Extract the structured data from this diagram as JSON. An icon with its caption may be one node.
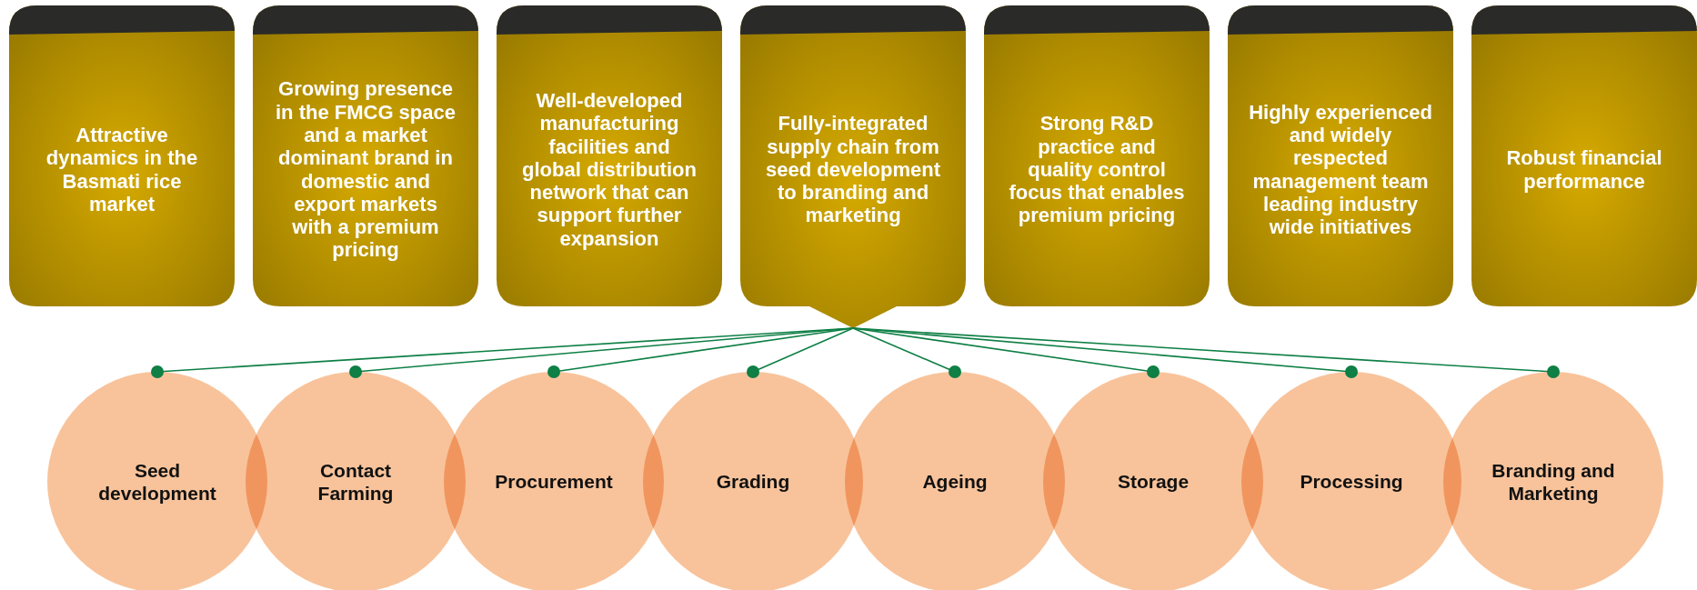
{
  "diagram": {
    "nodes": [
      {
        "text": [
          "Attractive dynamics in the Basmati rice market"
        ]
      },
      {
        "text": [
          "Growing presence in the FMCG space and a market dominant brand in domestic and export markets with a premium pricing"
        ]
      },
      {
        "text": [
          "Well-developed manufacturing facilities and global distribution network that can support further expansion"
        ]
      },
      {
        "text": [
          "Fully-integrated supply chain from seed development to branding and marketing"
        ]
      },
      {
        "text": [
          "Strong R&D practice and quality control focus that enables premium pricing"
        ]
      },
      {
        "text": [
          "Highly experienced and widely respected management team leading industry wide initiatives"
        ]
      },
      {
        "text": [
          "Robust financial performance"
        ]
      },
      {
        "text": [
          "Seed development"
        ]
      },
      {
        "text": [
          "Contact Farming"
        ]
      },
      {
        "text": [
          "Procurement"
        ]
      },
      {
        "text": [
          "Grading"
        ]
      },
      {
        "text": [
          "Ageing"
        ]
      },
      {
        "text": [
          "Storage"
        ]
      },
      {
        "text": [
          "Processing"
        ]
      },
      {
        "text": [
          "Branding and Marketing"
        ]
      }
    ],
    "edges": [
      {
        "from": 3,
        "to": 7,
        "arrow": "other"
      },
      {
        "from": 3,
        "to": 8,
        "arrow": "other"
      },
      {
        "from": 3,
        "to": 9,
        "arrow": "other"
      },
      {
        "from": 3,
        "to": 10,
        "arrow": "other"
      },
      {
        "from": 3,
        "to": 11,
        "arrow": "other"
      },
      {
        "from": 3,
        "to": 12,
        "arrow": "other"
      },
      {
        "from": 3,
        "to": 13,
        "arrow": "other"
      },
      {
        "from": 3,
        "to": 14,
        "arrow": "other"
      }
    ]
  }
}
